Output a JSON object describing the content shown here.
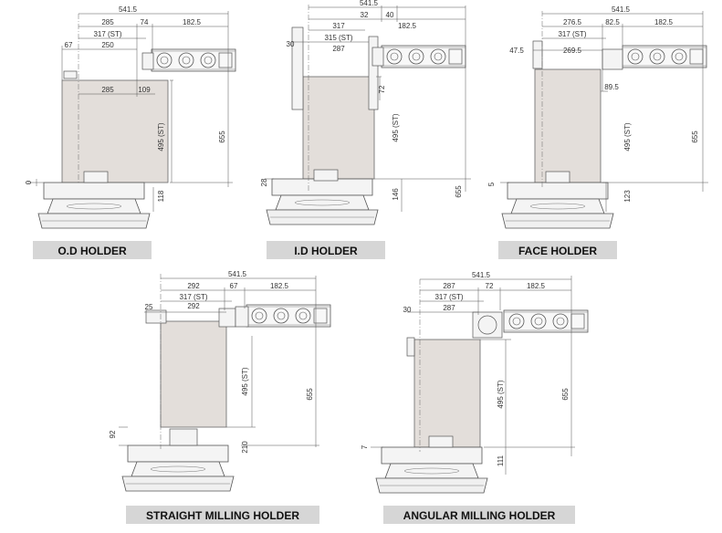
{
  "colors": {
    "work_area": "#e3deda",
    "line": "#555555",
    "label_bar": "#d6d6d6",
    "machine": "#f4f4f4"
  },
  "panels": [
    {
      "id": "od",
      "title": "O.D HOLDER",
      "top_dims": [
        "541.5",
        "285",
        "74",
        "182.5",
        "317 (ST)",
        "67",
        "250"
      ],
      "inner_dims": [
        "285",
        "109"
      ],
      "v_dims": [
        "495 (ST)",
        "655",
        "118",
        "0"
      ]
    },
    {
      "id": "id",
      "title": "I.D HOLDER",
      "top_dims": [
        "541.5",
        "32",
        "40",
        "317",
        "182.5",
        "315 (ST)",
        "30",
        "287"
      ],
      "inner_dims": [
        "72"
      ],
      "v_dims": [
        "495 (ST)",
        "655",
        "146",
        "28"
      ]
    },
    {
      "id": "face",
      "title": "FACE HOLDER",
      "top_dims": [
        "541.5",
        "276.5",
        "82.5",
        "182.5",
        "317 (ST)",
        "47.5",
        "269.5"
      ],
      "inner_dims": [
        "89.5"
      ],
      "v_dims": [
        "495 (ST)",
        "655",
        "123",
        "5"
      ]
    },
    {
      "id": "straight",
      "title": "STRAIGHT MILLING HOLDER",
      "top_dims": [
        "541.5",
        "292",
        "67",
        "182.5",
        "317 (ST)",
        "25",
        "292"
      ],
      "inner_dims": [],
      "v_dims": [
        "495 (ST)",
        "655",
        "210",
        "92"
      ]
    },
    {
      "id": "angular",
      "title": "ANGULAR MILLING HOLDER",
      "top_dims": [
        "541.5",
        "287",
        "72",
        "182.5",
        "317 (ST)",
        "30",
        "287"
      ],
      "inner_dims": [],
      "v_dims": [
        "495 (ST)",
        "655",
        "111",
        "7"
      ]
    }
  ]
}
